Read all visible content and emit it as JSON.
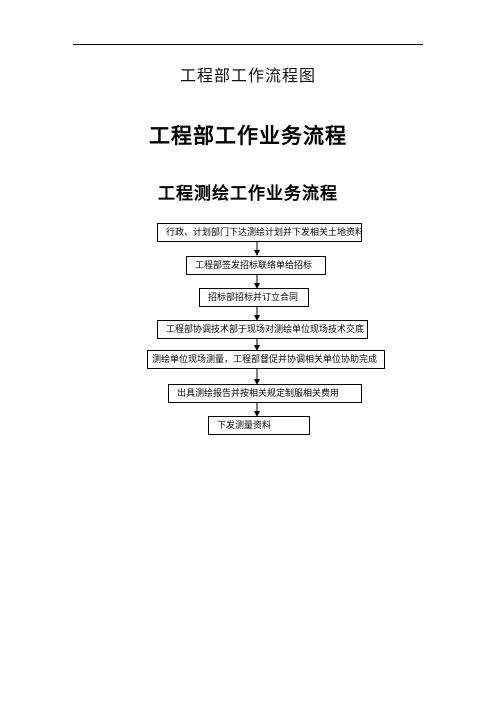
{
  "header": {
    "title": "工程部工作流程图"
  },
  "doc": {
    "main_title": "工程部工作业务流程",
    "sub_title": "工程测绘工作业务流程"
  },
  "flow": {
    "steps": [
      "行政、计划部门下达测绘计划并下发相关土地资料",
      "工程部签发招标联络单给招标",
      "招标部招标并订立合同",
      "工程部协调技术部于现场对测绘单位现场技术交底",
      "测绘单位现场测量，工程部督促并协调相关单位协助完成",
      "出具测绘报告并按相关规定制服相关费用",
      "下发测量资料"
    ]
  }
}
